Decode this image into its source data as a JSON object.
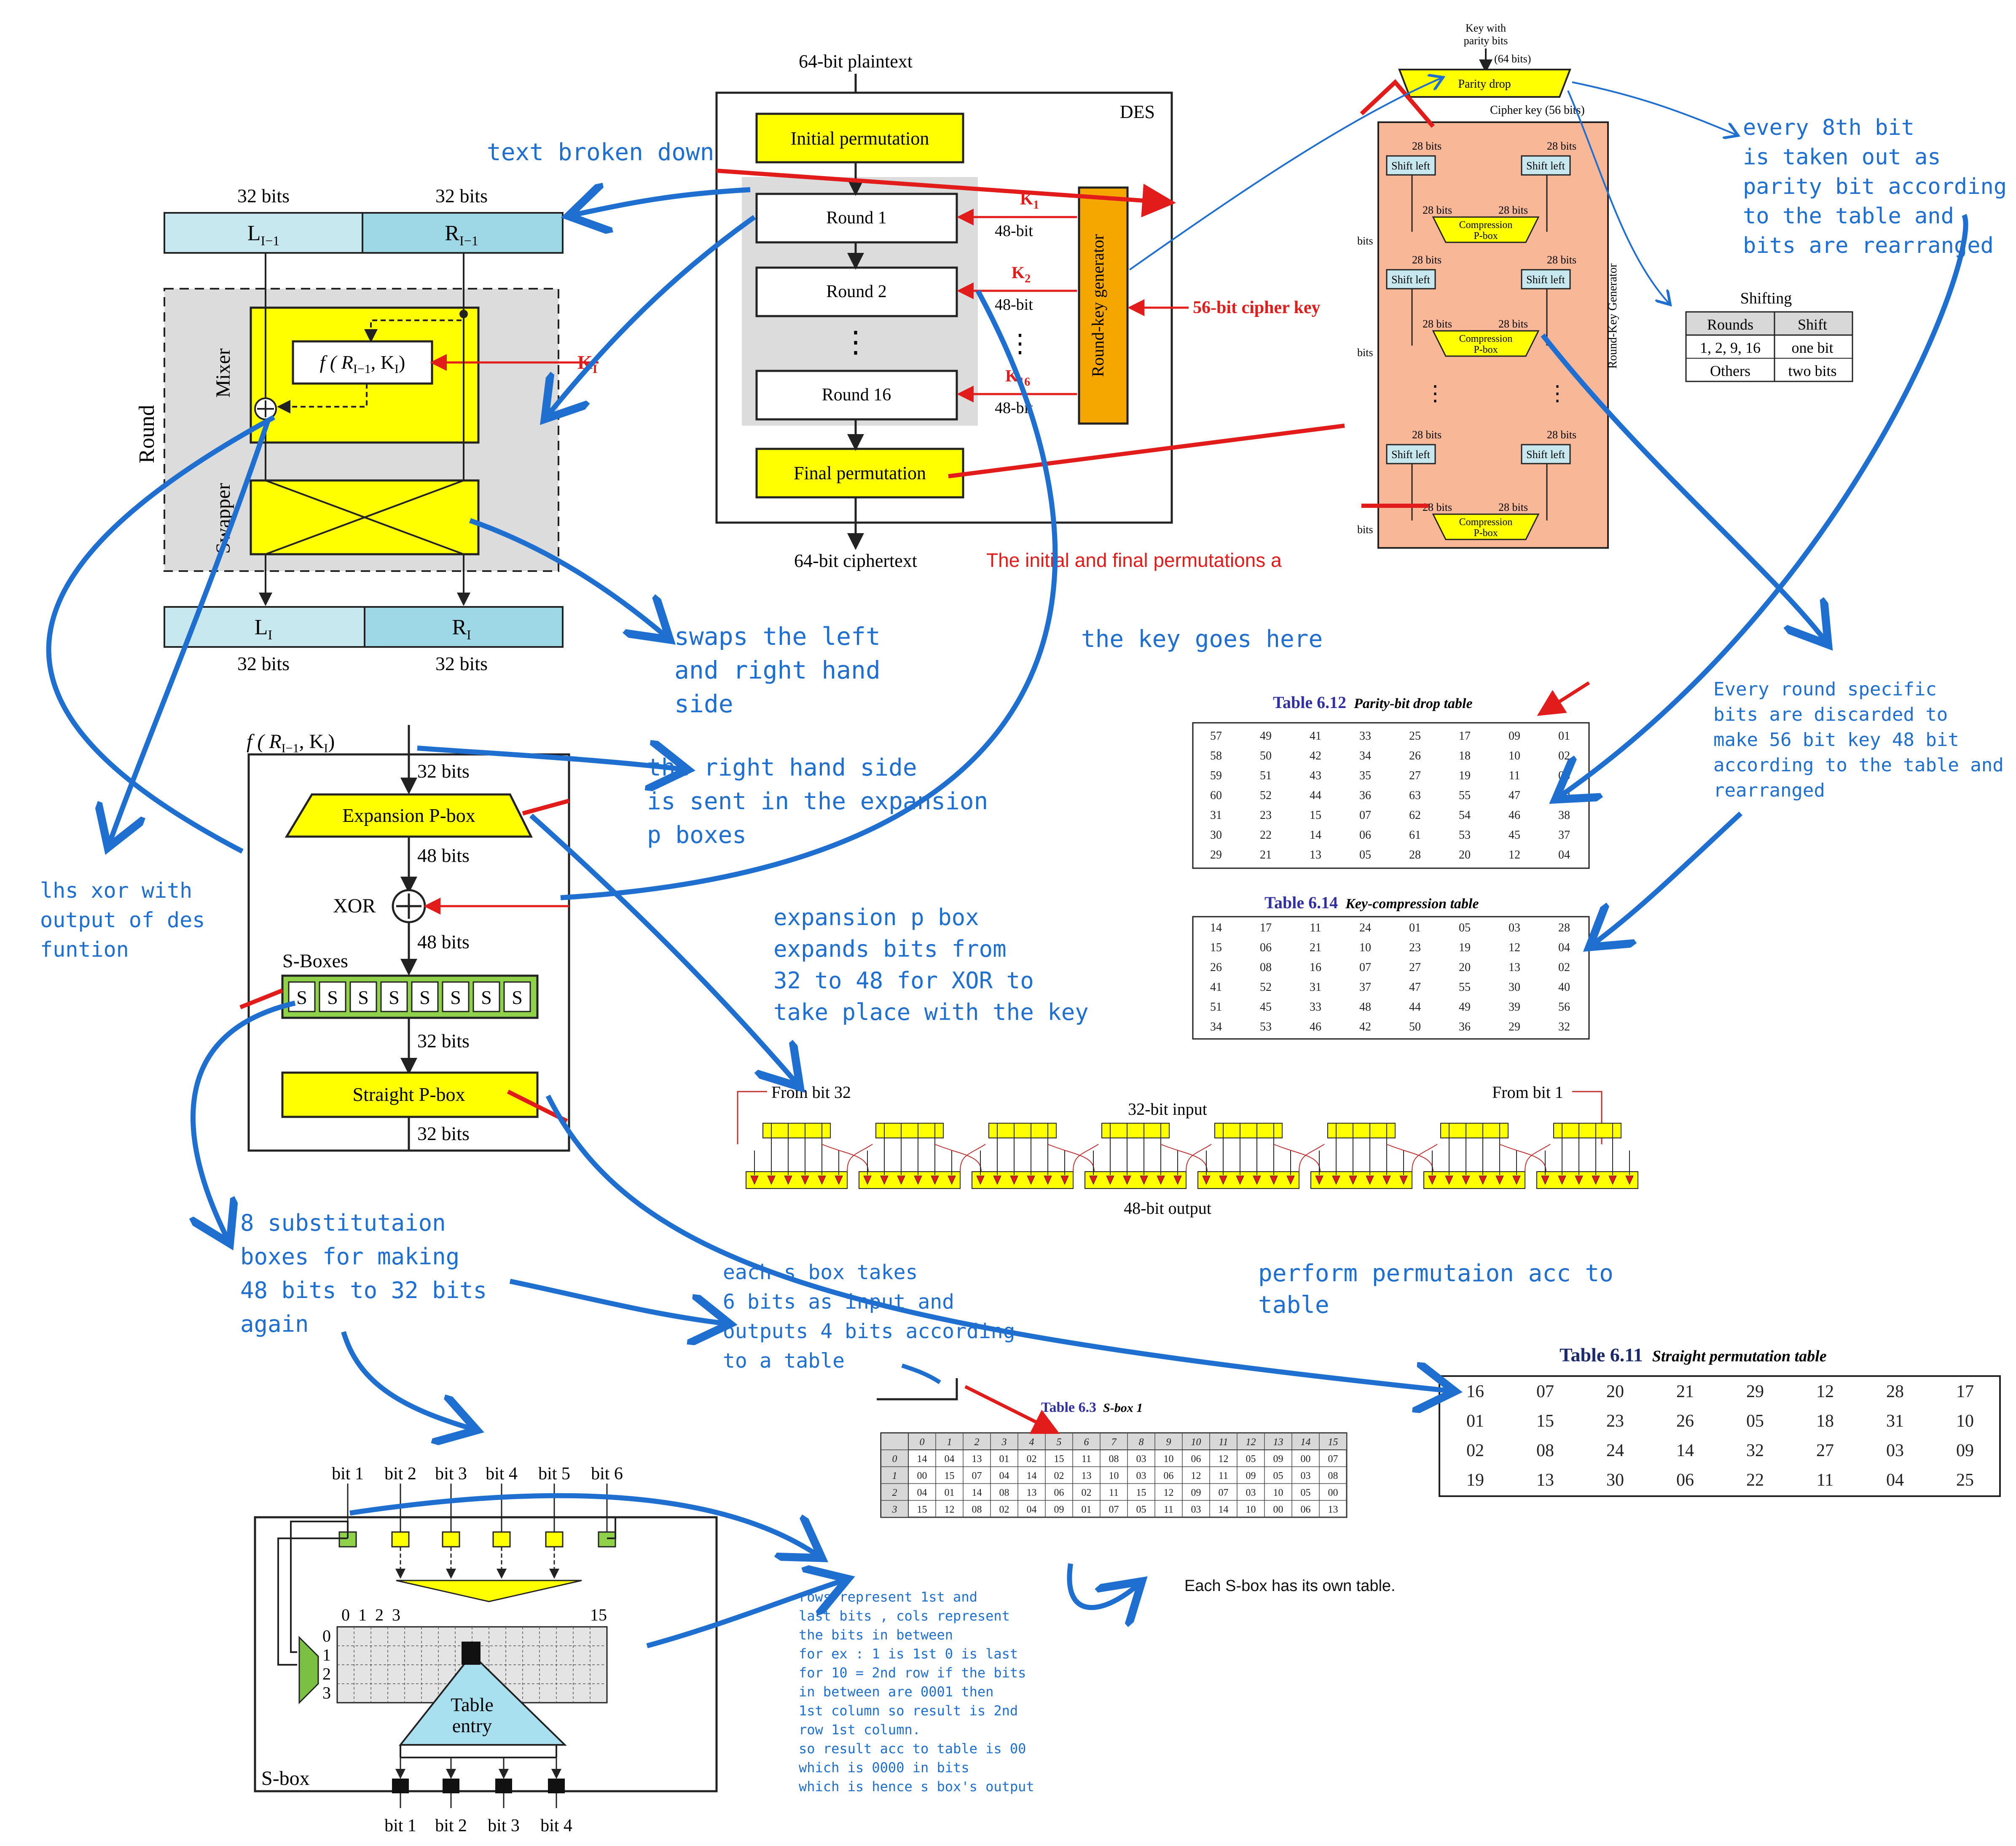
{
  "des": {
    "plaintext_label": "64-bit plaintext",
    "des_label": "DES",
    "initial_permutation": "Initial permutation",
    "round1": "Round 1",
    "round2": "Round 2",
    "round16": "Round 16",
    "final_permutation": "Final permutation",
    "ciphertext_label": "64-bit ciphertext",
    "k1": "K",
    "k1_sub": "1",
    "k2": "K",
    "k2_sub": "2",
    "k16": "K",
    "k16_sub": "16",
    "bits48": "48-bit",
    "round_key_generator": "Round-key generator",
    "cipher_key": "56-bit cipher key",
    "caption": "The initial and final permutations a"
  },
  "round": {
    "left_bits": "32 bits",
    "right_bits": "32 bits",
    "l_in": "L",
    "l_in_sub": "I−1",
    "r_in": "R",
    "r_in_sub": "I−1",
    "f_label": "f ( R",
    "f_label_sub": "I−1",
    "f_label_end": ", K",
    "f_label_end_sub": "I",
    "ki": "K",
    "ki_sub": "I",
    "mixer": "Mixer",
    "swapper": "Swapper",
    "round_label": "Round",
    "l_out": "L",
    "l_out_sub": "I",
    "r_out": "R",
    "r_out_sub": "I"
  },
  "ffunc": {
    "title": "f ( R",
    "title_sub": "I−1",
    "title_end": ", K",
    "title_end_sub": "I",
    "title_close": ")",
    "bits32_top": "32 bits",
    "expansion": "Expansion P-box",
    "bits48_a": "48 bits",
    "xor": "XOR",
    "bits48_b": "48 bits",
    "sboxes": "S-Boxes",
    "s": "S",
    "bits32_mid": "32 bits",
    "straight": "Straight P-box",
    "bits32_bot": "32 bits"
  },
  "keygen": {
    "key_with_parity": "Key with",
    "parity_bits": "parity bits",
    "bits64": "(64 bits)",
    "parity_drop": "Parity drop",
    "cipher_key56": "Cipher key (56 bits)",
    "bits28": "28 bits",
    "shift_left": "Shift left",
    "compression": "Compression",
    "pbox": "P-box",
    "bits": "bits",
    "side_label": "Round-Key Generator",
    "shifting_title": "Shifting",
    "shifting_headers": [
      "Rounds",
      "Shift"
    ],
    "shifting_rows": [
      [
        "1, 2, 9, 16",
        "one bit"
      ],
      [
        "Others",
        "two bits"
      ]
    ]
  },
  "table612": {
    "num": "Table 6.12",
    "title": "Parity-bit drop table",
    "rows": [
      [
        "57",
        "49",
        "41",
        "33",
        "25",
        "17",
        "09",
        "01"
      ],
      [
        "58",
        "50",
        "42",
        "34",
        "26",
        "18",
        "10",
        "02"
      ],
      [
        "59",
        "51",
        "43",
        "35",
        "27",
        "19",
        "11",
        "03"
      ],
      [
        "60",
        "52",
        "44",
        "36",
        "63",
        "55",
        "47",
        "39"
      ],
      [
        "31",
        "23",
        "15",
        "07",
        "62",
        "54",
        "46",
        "38"
      ],
      [
        "30",
        "22",
        "14",
        "06",
        "61",
        "53",
        "45",
        "37"
      ],
      [
        "29",
        "21",
        "13",
        "05",
        "28",
        "20",
        "12",
        "04"
      ]
    ]
  },
  "table614": {
    "num": "Table 6.14",
    "title": "Key-compression table",
    "rows": [
      [
        "14",
        "17",
        "11",
        "24",
        "01",
        "05",
        "03",
        "28"
      ],
      [
        "15",
        "06",
        "21",
        "10",
        "23",
        "19",
        "12",
        "04"
      ],
      [
        "26",
        "08",
        "16",
        "07",
        "27",
        "20",
        "13",
        "02"
      ],
      [
        "41",
        "52",
        "31",
        "37",
        "47",
        "55",
        "30",
        "40"
      ],
      [
        "51",
        "45",
        "33",
        "48",
        "44",
        "49",
        "39",
        "56"
      ],
      [
        "34",
        "53",
        "46",
        "42",
        "50",
        "36",
        "29",
        "32"
      ]
    ]
  },
  "expansion_diagram": {
    "from32": "From bit 32",
    "from1": "From bit 1",
    "input": "32-bit input",
    "output": "48-bit output"
  },
  "table611": {
    "num": "Table 6.11",
    "title": "Straight permutation table",
    "rows": [
      [
        "16",
        "07",
        "20",
        "21",
        "29",
        "12",
        "28",
        "17"
      ],
      [
        "01",
        "15",
        "23",
        "26",
        "05",
        "18",
        "31",
        "10"
      ],
      [
        "02",
        "08",
        "24",
        "14",
        "32",
        "27",
        "03",
        "09"
      ],
      [
        "19",
        "13",
        "30",
        "06",
        "22",
        "11",
        "04",
        "25"
      ]
    ]
  },
  "table63": {
    "num": "Table 6.3",
    "title": "S-box 1",
    "cols": [
      "0",
      "1",
      "2",
      "3",
      "4",
      "5",
      "6",
      "7",
      "8",
      "9",
      "10",
      "11",
      "12",
      "13",
      "14",
      "15"
    ],
    "row_labels": [
      "0",
      "1",
      "2",
      "3"
    ],
    "rows": [
      [
        "14",
        "04",
        "13",
        "01",
        "02",
        "15",
        "11",
        "08",
        "03",
        "10",
        "06",
        "12",
        "05",
        "09",
        "00",
        "07"
      ],
      [
        "00",
        "15",
        "07",
        "04",
        "14",
        "02",
        "13",
        "10",
        "03",
        "06",
        "12",
        "11",
        "09",
        "05",
        "03",
        "08"
      ],
      [
        "04",
        "01",
        "14",
        "08",
        "13",
        "06",
        "02",
        "11",
        "15",
        "12",
        "09",
        "07",
        "03",
        "10",
        "05",
        "00"
      ],
      [
        "15",
        "12",
        "08",
        "02",
        "04",
        "09",
        "01",
        "07",
        "05",
        "11",
        "03",
        "14",
        "10",
        "00",
        "06",
        "13"
      ]
    ]
  },
  "sbox_diagram": {
    "bits_in": [
      "bit 1",
      "bit 2",
      "bit 3",
      "bit 4",
      "bit 5",
      "bit 6"
    ],
    "cols_label": [
      "0",
      "1",
      "2",
      "3"
    ],
    "col15": "15",
    "rows_label": [
      "0",
      "1",
      "2",
      "3"
    ],
    "table": "Table",
    "entry": "entry",
    "sbox": "S-box",
    "bits_out": [
      "bit 1",
      "bit 2",
      "bit 3",
      "bit 4"
    ]
  },
  "notes": {
    "text_broken": "text broken down",
    "swaps": [
      "swaps the left",
      "and right hand",
      "side"
    ],
    "key_goes": "the key goes here",
    "rhs_sent": [
      "the right hand side",
      "is sent in the expansion",
      "p boxes"
    ],
    "lhs_xor": [
      "lhs xor with",
      "output of des",
      "funtion"
    ],
    "expansion_note": [
      "expansion p box",
      "expands bits from",
      " 32 to 48 for XOR to",
      "take place with the key"
    ],
    "sub_boxes": [
      "8 substitutaion",
      "boxes for making",
      "48 bits to 32 bits",
      "again"
    ],
    "each_sbox": [
      "each s box takes",
      "6 bits as input and",
      "outputs 4 bits according",
      " to a table"
    ],
    "perform_perm": [
      "perform permutaion acc to",
      "table"
    ],
    "every_8th": [
      "every 8th bit",
      "is taken out as",
      "parity bit according",
      "to the table and",
      "bits are rearranged"
    ],
    "every_round": [
      "Every round specific",
      "bits are discarded to",
      "make 56 bit key 48 bit",
      "according to the table and",
      "rearranged"
    ],
    "rows_represent": [
      "rows represent 1st and",
      "last bits , cols represent",
      "the bits in between",
      "for ex : 1 is 1st 0 is last",
      "for 10 = 2nd row if the bits",
      "in between are 0001 then",
      "1st column so result is 2nd",
      "row 1st column.",
      "so result acc to table is 00",
      "which is 0000 in bits",
      "which is hence s box's output"
    ],
    "each_sbox_table": "Each S-box has its own table."
  },
  "colors": {
    "yellow": "#ffff00",
    "orange": "#f5a700",
    "salmon": "#f8b898",
    "lightblue": "#c8e8f0",
    "annot_blue": "#1e6fd0",
    "annot_red": "#e21b1b",
    "green": "#8fd24a",
    "grey_panel": "#dcdcdc"
  }
}
